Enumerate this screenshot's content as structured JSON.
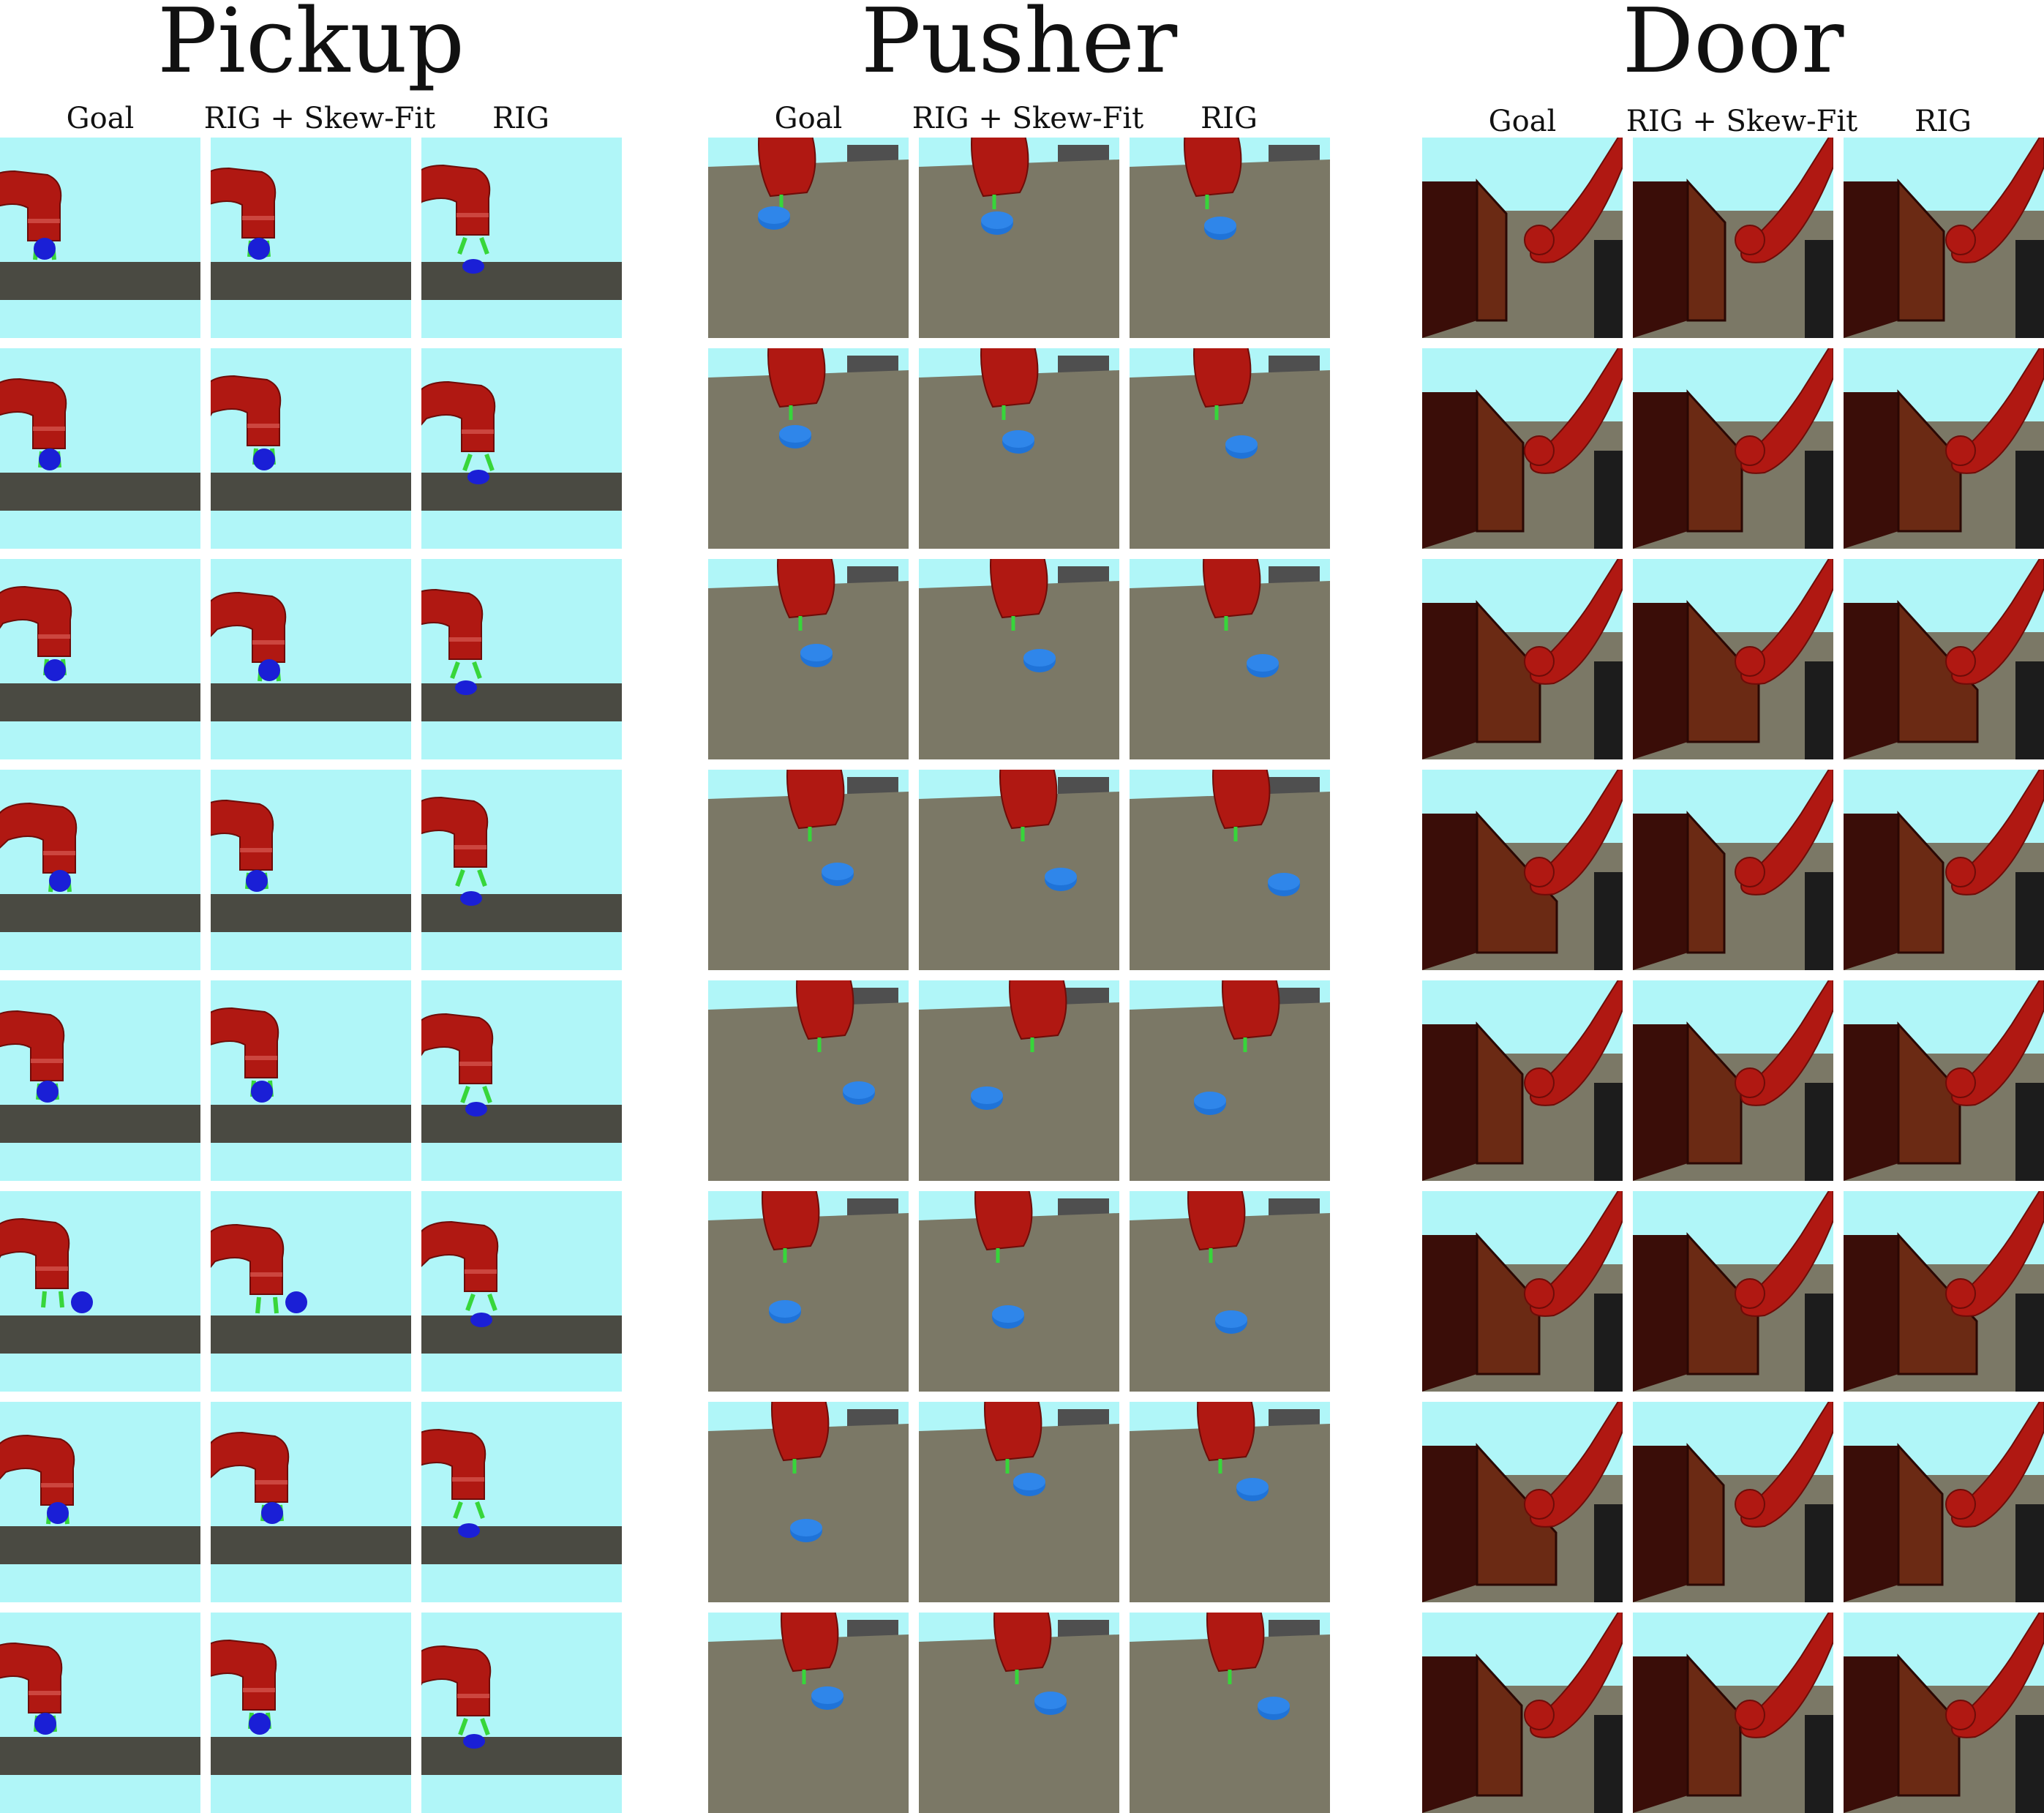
{
  "colors": {
    "sky": "#b0f6f8",
    "pickup_table": "#4a4a42",
    "pusher_table": "#7b7866",
    "door_floor": "#7b7866",
    "robot_red": "#b01812",
    "gripper_green": "#37d63a",
    "object_blue": "#1a1fd6",
    "puck_blue": "#1f73d8",
    "door_brown": "#3a0d08"
  },
  "sections": [
    {
      "id": "pickup",
      "title": "Pickup",
      "columns": [
        "Goal",
        "RIG + Skew-Fit",
        "RIG"
      ],
      "rows": 8
    },
    {
      "id": "pusher",
      "title": "Pusher",
      "columns": [
        "Goal",
        "RIG + Skew-Fit",
        "RIG"
      ],
      "rows": 8
    },
    {
      "id": "door",
      "title": "Door",
      "columns": [
        "Goal",
        "RIG + Skew-Fit",
        "RIG"
      ],
      "rows": 8
    }
  ]
}
